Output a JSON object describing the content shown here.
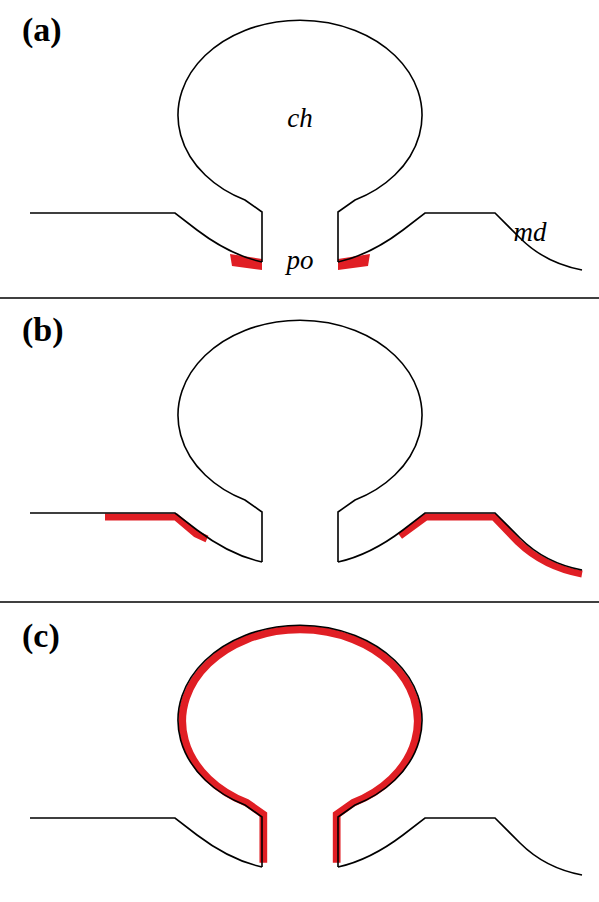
{
  "diagram": {
    "labels": [
      "(a)",
      "ch",
      "po",
      "md",
      "(b)",
      "(c)"
    ]
  }
}
